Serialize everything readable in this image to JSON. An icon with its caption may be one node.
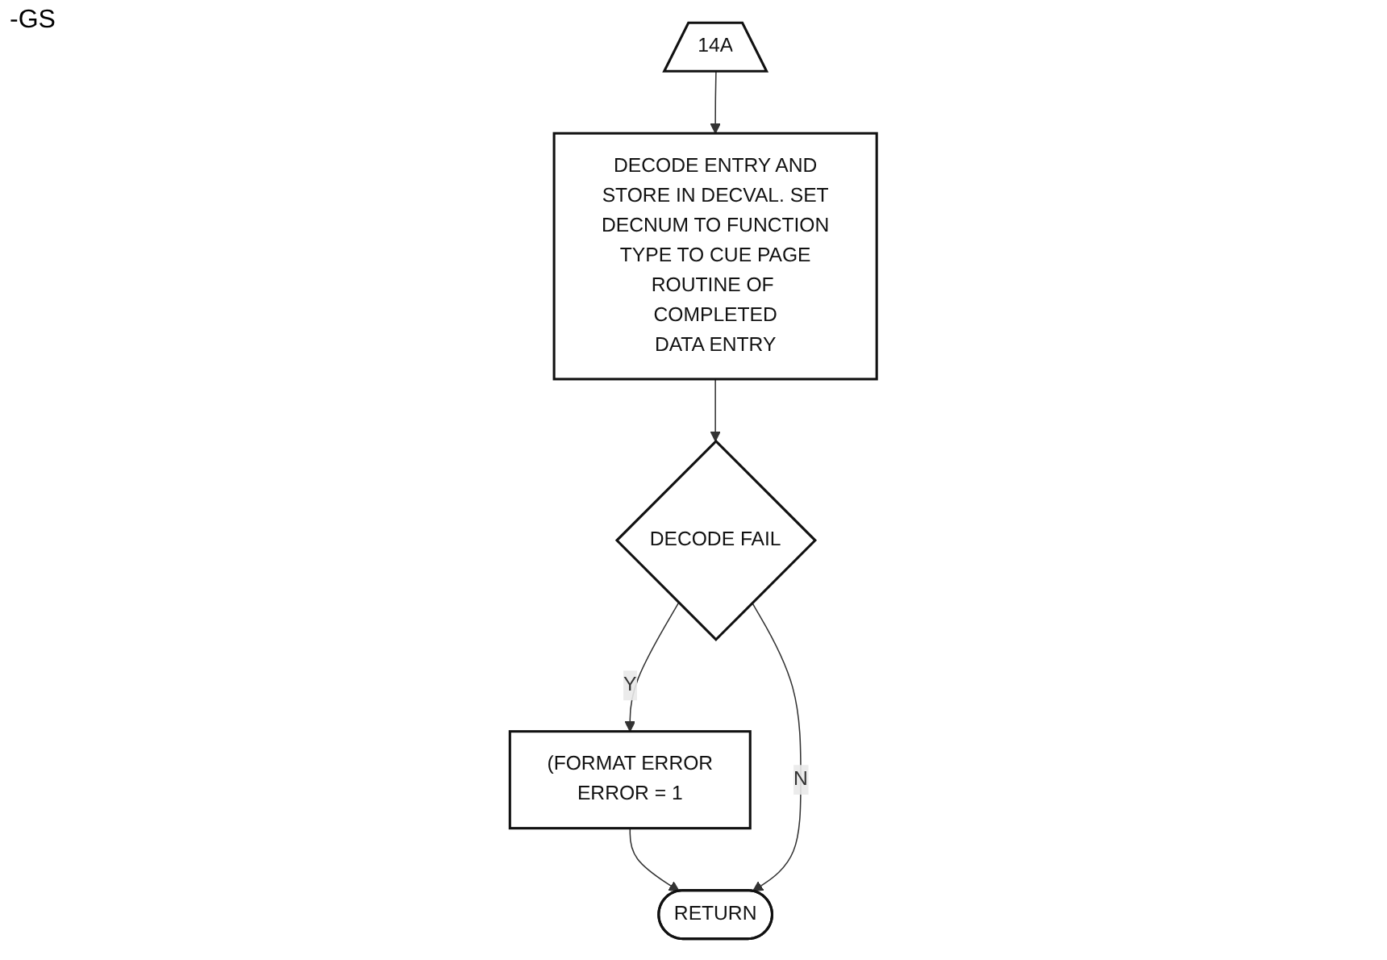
{
  "diagram": {
    "nodes": [
      {
        "text": [
          "14A"
        ]
      },
      {
        "text": [
          "DECODE ENTRY AND STORE IN DECVAL. SET DECNUM TO FUNCTION TYPE TO CUE PAGE ROUTINE OF COMPLETED DATA ENTRY"
        ]
      },
      {
        "text": [
          "DECODE FAIL"
        ]
      },
      {
        "text": [
          "(FORMAT ERROR",
          "ERROR = 1"
        ]
      },
      {
        "text": [
          "RETURN"
        ]
      }
    ],
    "edges": [
      {
        "from": 0,
        "to": 1,
        "arrow": "to"
      },
      {
        "from": 1,
        "to": 2,
        "arrow": "to"
      },
      {
        "from": 2,
        "to": 3,
        "label": "Y",
        "arrow": "to"
      },
      {
        "from": 3,
        "to": 4,
        "arrow": "to"
      },
      {
        "from": 2,
        "to": 4,
        "label": "N",
        "arrow": "to"
      }
    ],
    "labels": [
      "-GS"
    ]
  }
}
